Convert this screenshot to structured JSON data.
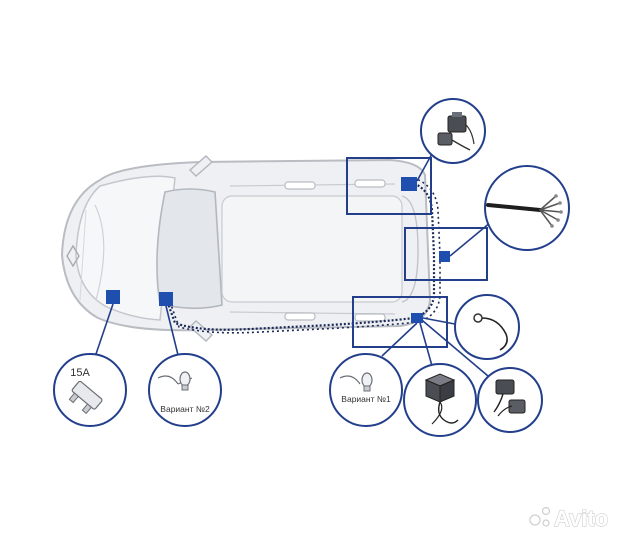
{
  "callouts": {
    "fuse": {
      "label": "15A"
    },
    "variant2": {
      "label": "Вариант №2"
    },
    "variant1": {
      "label": "Вариант №1"
    }
  },
  "watermark": {
    "text": "Avito"
  },
  "colors": {
    "accent": "#1f4fae",
    "callout_ring": "#233f8c",
    "wire": "#1c2a57",
    "car_outline": "#b9bcc2",
    "car_fill": "#eef0f3"
  },
  "icons": [
    "fuse-icon",
    "bulb-wire-icon",
    "connector-icon",
    "wire-bundle-icon",
    "ring-terminal-icon",
    "relay-module-icon",
    "plug-icon"
  ]
}
